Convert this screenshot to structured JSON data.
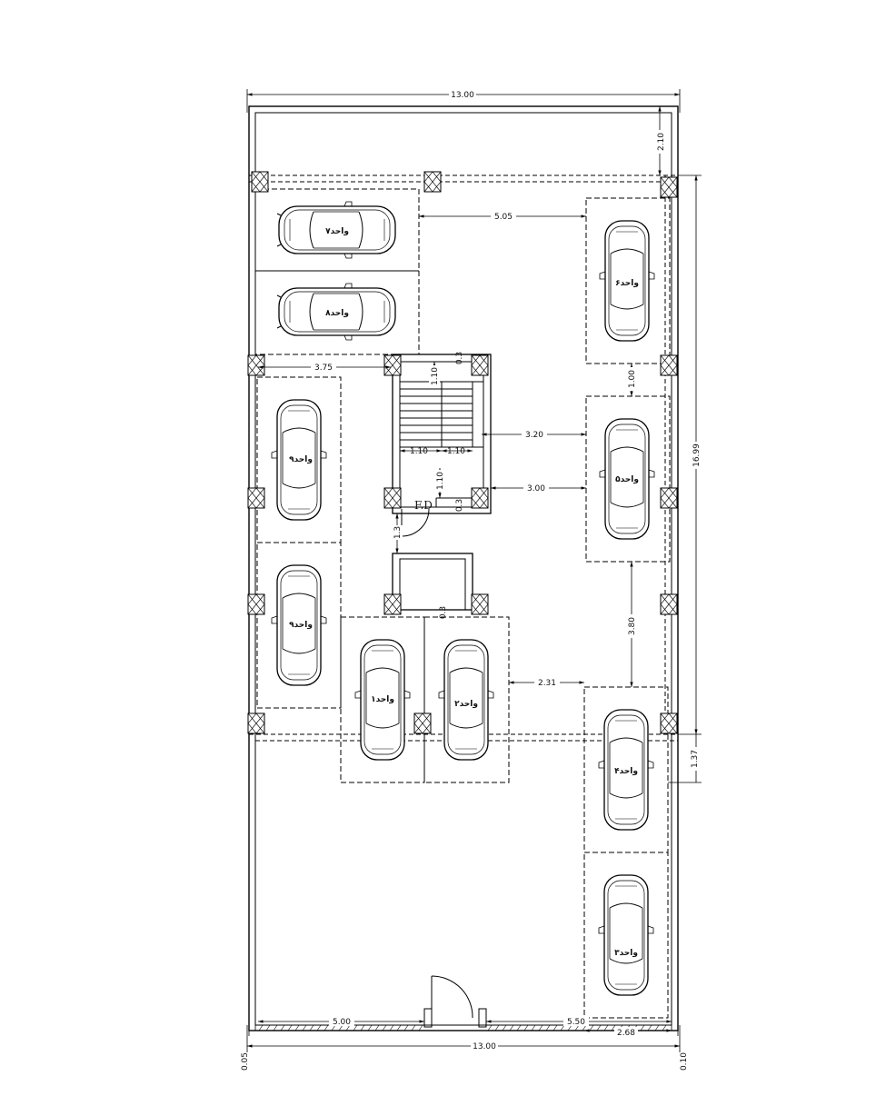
{
  "dimensions": {
    "top_width": "13.00",
    "bottom_width": "13.00",
    "front_setback": "2.10",
    "total_depth": "16.99",
    "rear_offset": "1.37",
    "left_gap_top": "5.05",
    "left_gap_stair": "3.75",
    "stair_right_top": "3.20",
    "stair_right_bottom": "3.00",
    "space_gap_right": "1.00",
    "space_gap_right_lower": "3.80",
    "space_gap_mid": "2.31",
    "door_width": "1.3",
    "stair_run_top": "1.10",
    "stair_run_bottom": "1.10",
    "stair_width_left": "1.10",
    "stair_width_right": "1.10",
    "bottom_left": "5.00",
    "bottom_right": "5.50",
    "bottom_right_small": "2.68",
    "edge_left": "0.05",
    "edge_right": "0.10",
    "small_a": "0.3",
    "small_b": "0.3",
    "small_c": "0.3"
  },
  "labels": {
    "fd": "F.D",
    "unit1": "واحد۱",
    "unit2": "واحد۲",
    "unit3": "واحد۳",
    "unit4": "واحد۴",
    "unit5": "واحد۵",
    "unit6": "واحد۶",
    "unit7": "واحد۷",
    "unit8": "واحد۸",
    "unit9a": "واحد۹",
    "unit9b": "واحد۹"
  }
}
